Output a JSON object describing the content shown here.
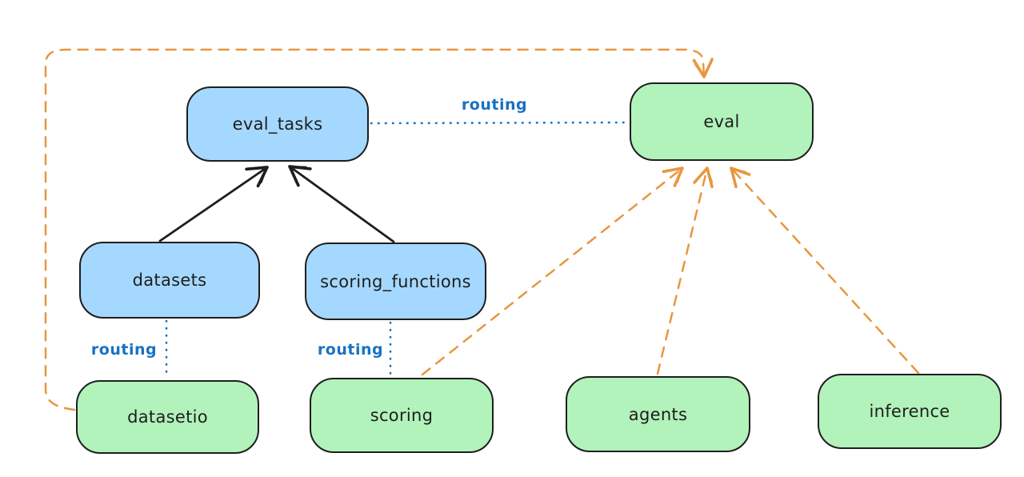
{
  "diagram": {
    "background": "#ffffff",
    "colors": {
      "resource_fill": "#a5d8ff",
      "api_fill": "#b2f2bb",
      "box_stroke": "#1e1e1e",
      "solid_arrow": "#1e1e1e",
      "routing_line": "#1971c2",
      "provider_arrow": "#e8963f"
    },
    "nodes": {
      "eval_tasks": {
        "label": "eval_tasks",
        "type": "resource",
        "fill": "#a5d8ff"
      },
      "datasets": {
        "label": "datasets",
        "type": "resource",
        "fill": "#a5d8ff"
      },
      "scoring_functions": {
        "label": "scoring_functions",
        "type": "resource",
        "fill": "#a5d8ff"
      },
      "eval": {
        "label": "eval",
        "type": "api",
        "fill": "#b2f2bb"
      },
      "datasetio": {
        "label": "datasetio",
        "type": "api",
        "fill": "#b2f2bb"
      },
      "scoring": {
        "label": "scoring",
        "type": "api",
        "fill": "#b2f2bb"
      },
      "agents": {
        "label": "agents",
        "type": "api",
        "fill": "#b2f2bb"
      },
      "inference": {
        "label": "inference",
        "type": "api",
        "fill": "#b2f2bb"
      }
    },
    "edges": [
      {
        "from": "datasets",
        "to": "eval_tasks",
        "style": "solid",
        "arrow": true,
        "color": "#1e1e1e"
      },
      {
        "from": "scoring_functions",
        "to": "eval_tasks",
        "style": "solid",
        "arrow": true,
        "color": "#1e1e1e"
      },
      {
        "from": "eval_tasks",
        "to": "eval",
        "style": "dotted",
        "arrow": false,
        "color": "#1971c2",
        "label": "routing"
      },
      {
        "from": "datasets",
        "to": "datasetio",
        "style": "dotted",
        "arrow": false,
        "color": "#1971c2",
        "label": "routing"
      },
      {
        "from": "scoring_functions",
        "to": "scoring",
        "style": "dotted",
        "arrow": false,
        "color": "#1971c2",
        "label": "routing"
      },
      {
        "from": "datasetio",
        "to": "eval",
        "style": "dashed",
        "arrow": true,
        "color": "#e8963f",
        "route": "around-left-and-top"
      },
      {
        "from": "scoring",
        "to": "eval",
        "style": "dashed",
        "arrow": true,
        "color": "#e8963f"
      },
      {
        "from": "agents",
        "to": "eval",
        "style": "dashed",
        "arrow": true,
        "color": "#e8963f"
      },
      {
        "from": "inference",
        "to": "eval",
        "style": "dashed",
        "arrow": true,
        "color": "#e8963f"
      }
    ]
  }
}
